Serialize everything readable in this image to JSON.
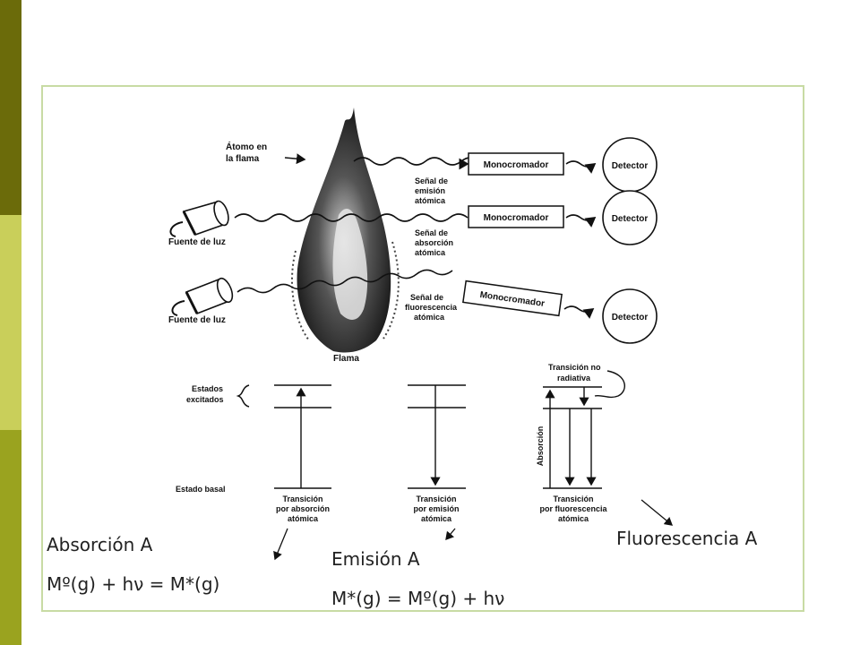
{
  "diagram": {
    "atom_label": [
      "Átomo en",
      "la flama"
    ],
    "light_source_label": "Fuente de luz",
    "flame_label": "Flama",
    "monochromator_label": "Monocromador",
    "detector_label": "Detector",
    "emission_signal": [
      "Señal de",
      "emisión",
      "atómica"
    ],
    "absorption_signal": [
      "Señal de",
      "absorción",
      "atómica"
    ],
    "fluorescence_signal": [
      "Señal de",
      "fluorescencia",
      "atómica"
    ],
    "excited_states_label": [
      "Estados",
      "excitados"
    ],
    "ground_state_label": "Estado basal",
    "absorption_transition": [
      "Transición",
      "por absorción",
      "atómica"
    ],
    "emission_transition": [
      "Transición",
      "por emisión",
      "atómica"
    ],
    "fluorescence_transition": [
      "Transición",
      "por fluorescencia",
      "atómica"
    ],
    "nonradiative_transition": [
      "Transición no",
      "radiativa"
    ],
    "absorption_axis_label": "Absorción"
  },
  "captions": {
    "absorption_title": "Absorción A",
    "absorption_formula": "Mº(g) + hν  = M*(g)",
    "emission_title": "Emisión A",
    "emission_formula": "M*(g)  = Mº(g) + hν",
    "fluorescence_title": "Fluorescencia A"
  }
}
